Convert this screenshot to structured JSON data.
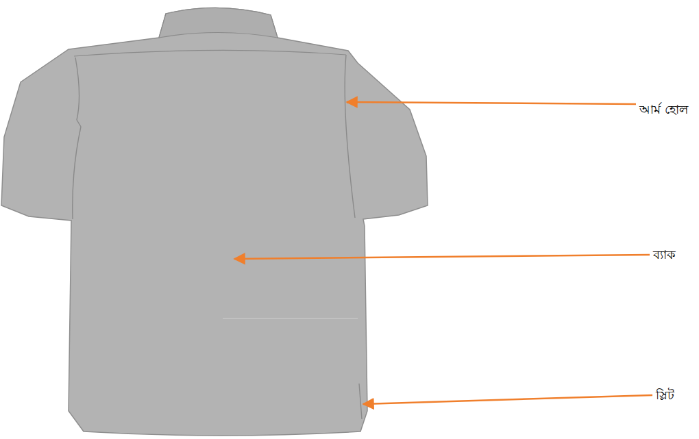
{
  "diagram": {
    "labels": [
      "আর্ম হোল",
      "ব্যাক",
      "স্লিট"
    ]
  }
}
